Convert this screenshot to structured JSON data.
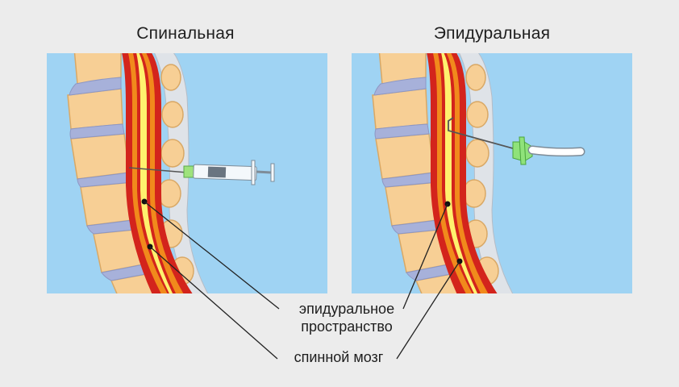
{
  "panels": {
    "left_title": "Спинальная",
    "right_title": "Эпидуральная"
  },
  "labels": {
    "epidural_line1": "эпидуральное",
    "epidural_line2": "пространство",
    "spinal_cord": "спинной мозг"
  },
  "colors": {
    "background": "#ececec",
    "panel_bg": "#9fd3f3",
    "bone": "#f7cf95",
    "disc": "#a7b1da",
    "dura": "#d3241c",
    "epidural": "#f18a1c",
    "cord": "#fff16e",
    "ligament": "#dfe3e8"
  }
}
